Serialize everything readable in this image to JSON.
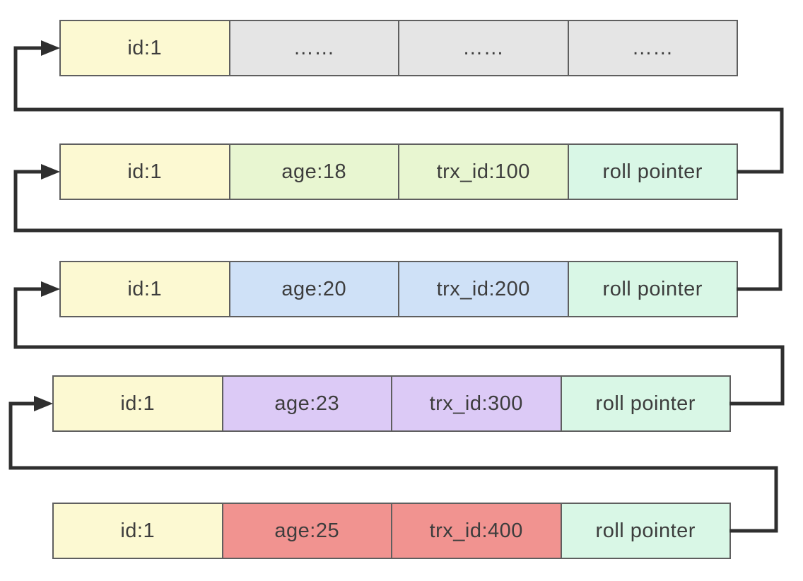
{
  "palette": {
    "yellow": "#fcf9d2",
    "gray": "#e5e5e5",
    "green": "#e8f6d1",
    "blue": "#cfe1f7",
    "purple": "#dccaf6",
    "red": "#f19390",
    "mint": "#d9f7e6",
    "border": "#5f5f5f",
    "line": "#2f2f2f",
    "text": "#3d3d3d"
  },
  "rows": [
    {
      "cells": [
        {
          "label": "id:1",
          "fill": "yellow"
        },
        {
          "label": "……",
          "fill": "gray"
        },
        {
          "label": "……",
          "fill": "gray"
        },
        {
          "label": "……",
          "fill": "gray"
        }
      ]
    },
    {
      "cells": [
        {
          "label": "id:1",
          "fill": "yellow"
        },
        {
          "label": "age:18",
          "fill": "green"
        },
        {
          "label": "trx_id:100",
          "fill": "green"
        },
        {
          "label": "roll pointer",
          "fill": "mint"
        }
      ]
    },
    {
      "cells": [
        {
          "label": "id:1",
          "fill": "yellow"
        },
        {
          "label": "age:20",
          "fill": "blue"
        },
        {
          "label": "trx_id:200",
          "fill": "blue"
        },
        {
          "label": "roll pointer",
          "fill": "mint"
        }
      ]
    },
    {
      "cells": [
        {
          "label": "id:1",
          "fill": "yellow"
        },
        {
          "label": "age:23",
          "fill": "purple"
        },
        {
          "label": "trx_id:300",
          "fill": "purple"
        },
        {
          "label": "roll pointer",
          "fill": "mint"
        }
      ]
    },
    {
      "cells": [
        {
          "label": "id:1",
          "fill": "yellow"
        },
        {
          "label": "age:25",
          "fill": "red"
        },
        {
          "label": "trx_id:400",
          "fill": "red"
        },
        {
          "label": "roll pointer",
          "fill": "mint"
        }
      ]
    }
  ]
}
